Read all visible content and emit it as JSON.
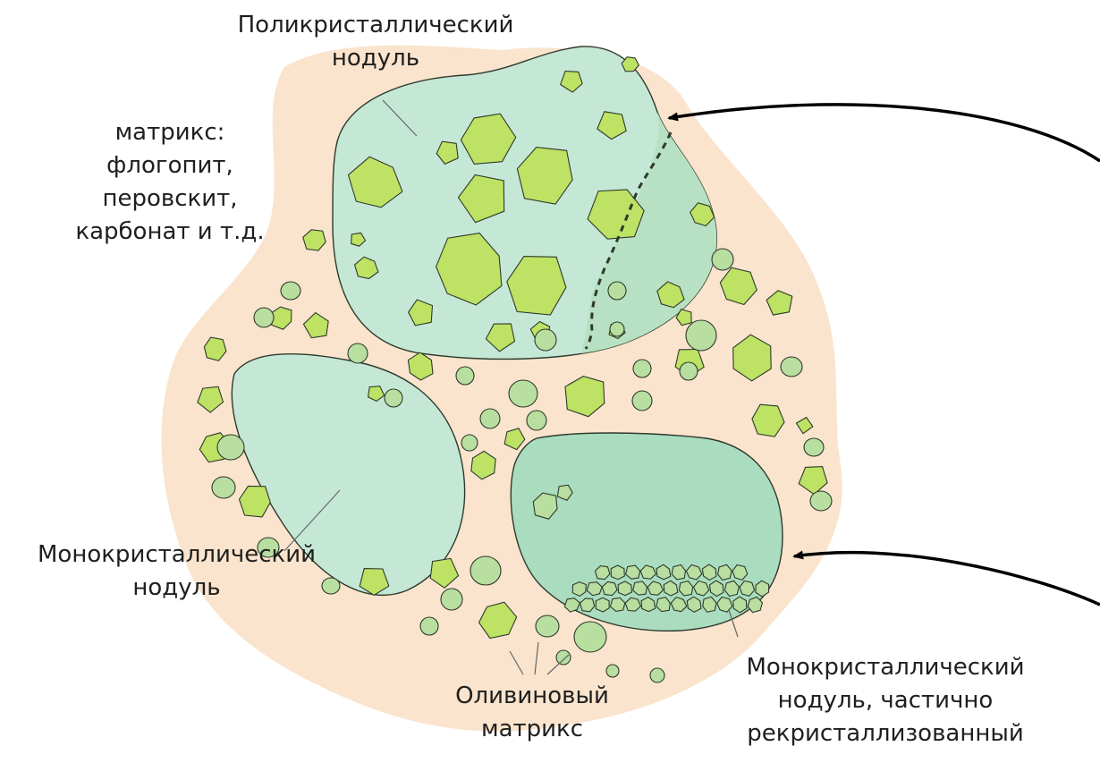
{
  "labels": {
    "poly_line1": "Поликристаллический",
    "poly_line2": "нодуль",
    "matrix_line1": "матрикс:",
    "matrix_line2": "флогопит,",
    "matrix_line3": "перовскит,",
    "matrix_line4": "карбонат и т.д.",
    "mono_line1": "Монокристаллический",
    "mono_line2": "нодуль",
    "olivine_line1": "Оливиновый",
    "olivine_line2": "матрикс",
    "monorec_line1": "Монокристаллический",
    "monorec_line2": "нодуль, частично",
    "monorec_line3": "рекристаллизованный"
  },
  "colors": {
    "matrix_fill": "#fae4cd",
    "nodule_fill": "#c5e8d6",
    "nodule_fill_dark": "#aadcbf",
    "crystal_fill": "#bde264",
    "rounded_crystal_fill": "#b8dea0",
    "outline": "#2e3a2c",
    "arrow": "#000000"
  }
}
